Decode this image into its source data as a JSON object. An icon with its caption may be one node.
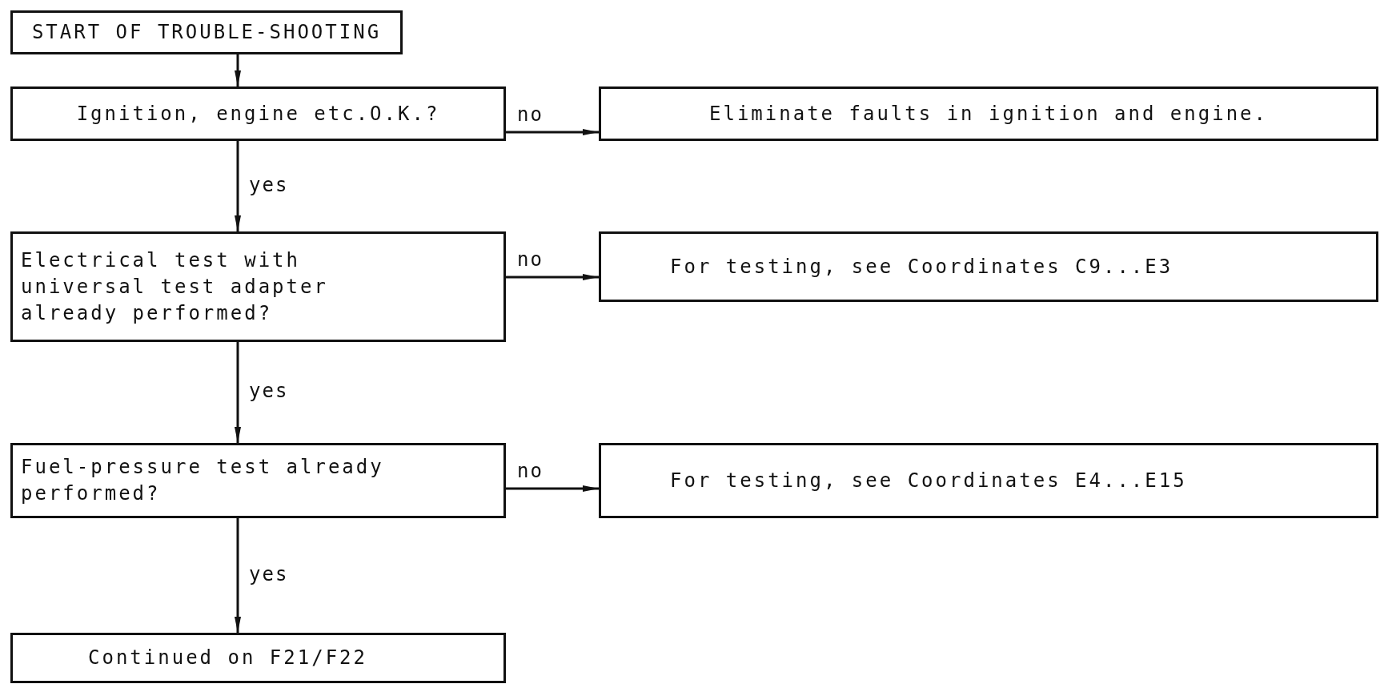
{
  "diagram": {
    "nodes": [
      {
        "text": [
          "START OF TROUBLE-SHOOTING"
        ]
      },
      {
        "text": [
          "Ignition, engine etc.O.K.?"
        ]
      },
      {
        "text": [
          "Eliminate faults in ignition and engine."
        ]
      },
      {
        "text": [
          "Electrical test with universal test adapter already performed?"
        ]
      },
      {
        "text": [
          "For testing, see Coordinates C9...E3"
        ]
      },
      {
        "text": [
          "Fuel-pressure test already performed?"
        ]
      },
      {
        "text": [
          "For testing, see Coordinates E4...E15"
        ]
      },
      {
        "text": [
          "Continued on F21/F22"
        ]
      }
    ],
    "edges": [
      {
        "from": 0,
        "to": 1,
        "arrow": "to"
      },
      {
        "from": 1,
        "to": 2,
        "arrow": "to",
        "label": "no"
      },
      {
        "from": 1,
        "to": 3,
        "arrow": "to",
        "label": "yes"
      },
      {
        "from": 3,
        "to": 4,
        "arrow": "to",
        "label": "no"
      },
      {
        "from": 3,
        "to": 5,
        "arrow": "to",
        "label": "yes"
      },
      {
        "from": 5,
        "to": 6,
        "arrow": "to",
        "label": "no"
      },
      {
        "from": 5,
        "to": 7,
        "arrow": "to",
        "label": "yes"
      }
    ]
  }
}
